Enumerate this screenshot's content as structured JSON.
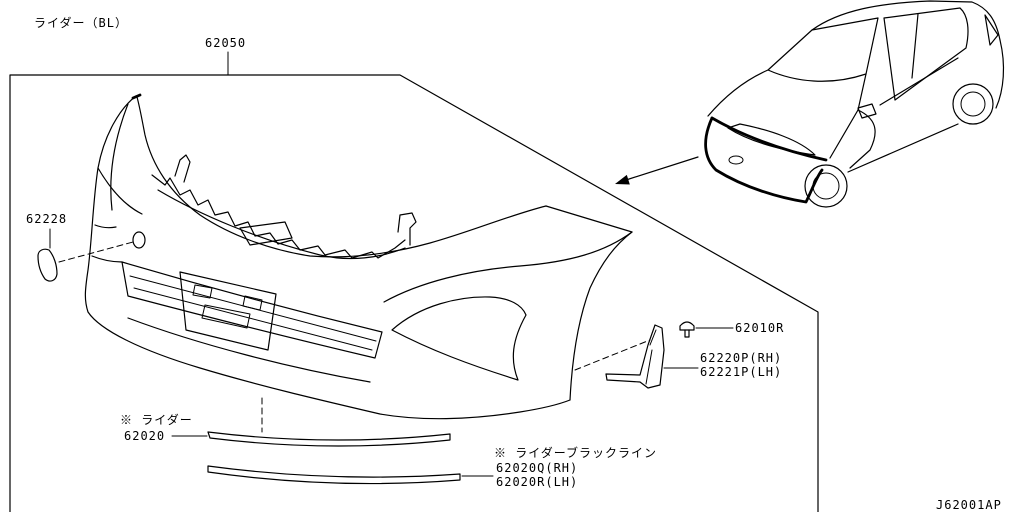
{
  "title_note": "ライダー（BL）",
  "callouts": {
    "front_bumper": "62050",
    "cap": "62228",
    "clip": "62010R",
    "bracket_rh": "62220P(RH)",
    "bracket_lh": "62221P(LH)",
    "spoiler_note": "※ ライダー",
    "spoiler": "62020",
    "black_line_note": "※ ライダーブラックライン",
    "black_line_rh": "62020Q(RH)",
    "black_line_lh": "62020R(LH)"
  },
  "figure_code": "J62001AP",
  "colors": {
    "background": "#ffffff",
    "line": "#000000"
  }
}
